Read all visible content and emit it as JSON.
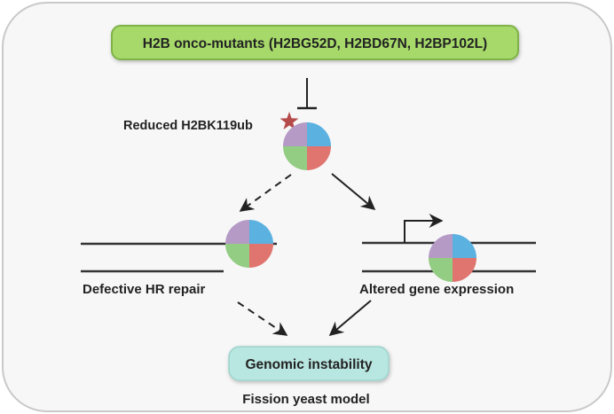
{
  "top_box": {
    "text": "H2B onco-mutants (H2BG52D, H2BD67N, H2BP102L)",
    "fill_color": "#a6d96a",
    "border_color": "#7fb24a"
  },
  "nucleosome_label": "Reduced H2BK119ub",
  "star_color": "#b54a4a",
  "left_branch": {
    "label": "Defective HR repair"
  },
  "right_branch": {
    "label": "Altered gene expression"
  },
  "outcome_box": {
    "text": "Genomic instability",
    "fill_color": "#b8e6e0"
  },
  "model_label": "Fission yeast model",
  "nucleosome_colors": {
    "top_left": "#b59ac6",
    "top_right": "#5bb1e0",
    "bottom_left": "#93cc83",
    "bottom_right": "#e07570"
  }
}
